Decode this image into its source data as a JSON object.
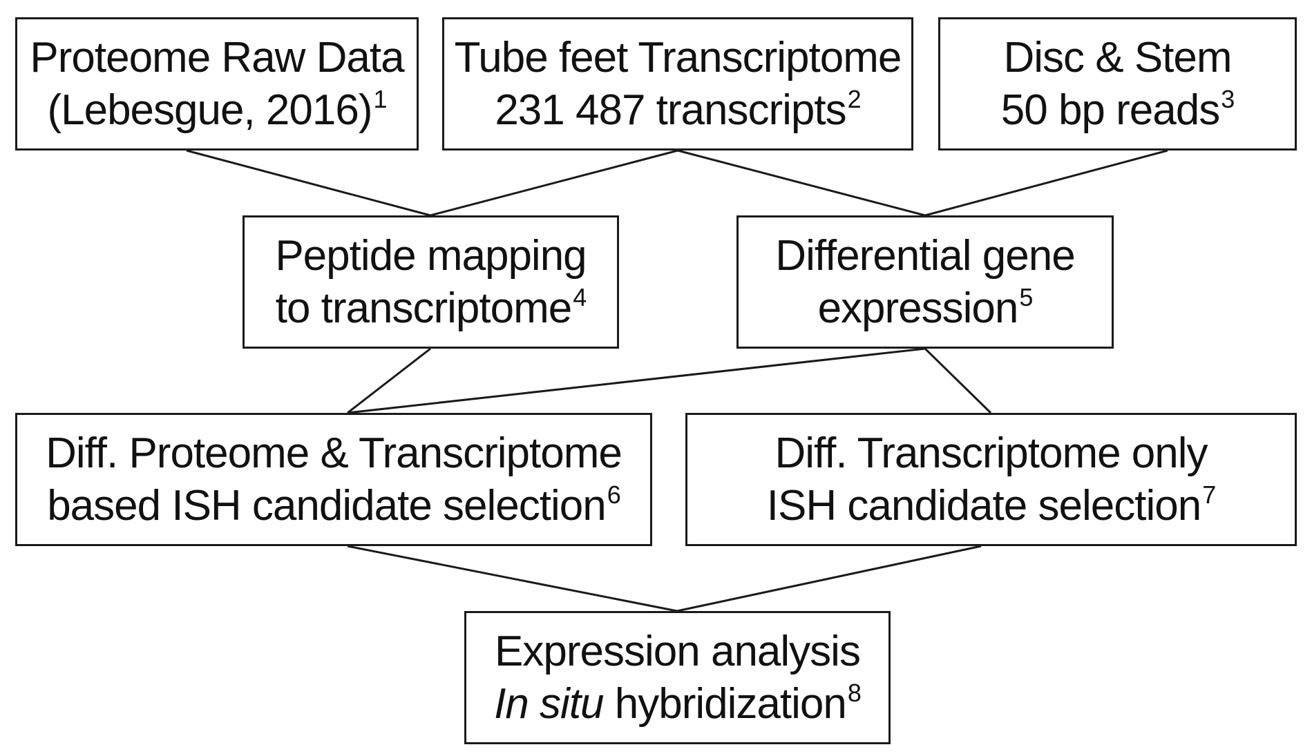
{
  "nodes": {
    "proteome_raw": {
      "line1": "Proteome Raw Data",
      "line2": "(Lebesgue, 2016)",
      "note": "1"
    },
    "tube_feet": {
      "line1": "Tube feet Transcriptome",
      "line2": "231 487 transcripts",
      "note": "2"
    },
    "disc_stem": {
      "line1": "Disc & Stem",
      "line2": "50 bp reads",
      "note": "3"
    },
    "peptide_mapping": {
      "line1": "Peptide mapping",
      "line2": "to transcriptome",
      "note": "4"
    },
    "differential_expression": {
      "line1": "Differential gene",
      "line2": "expression",
      "note": "5"
    },
    "diff_proteome_transcriptome": {
      "line1": "Diff. Proteome & Transcriptome",
      "line2": "based ISH candidate selection",
      "note": "6"
    },
    "diff_transcriptome_only": {
      "line1": "Diff. Transcriptome only",
      "line2": "ISH candidate selection",
      "note": "7"
    },
    "expression_analysis": {
      "line1": "Expression analysis",
      "line2_italic": "In situ",
      "line2_rest": " hybridization",
      "note": "8"
    }
  }
}
